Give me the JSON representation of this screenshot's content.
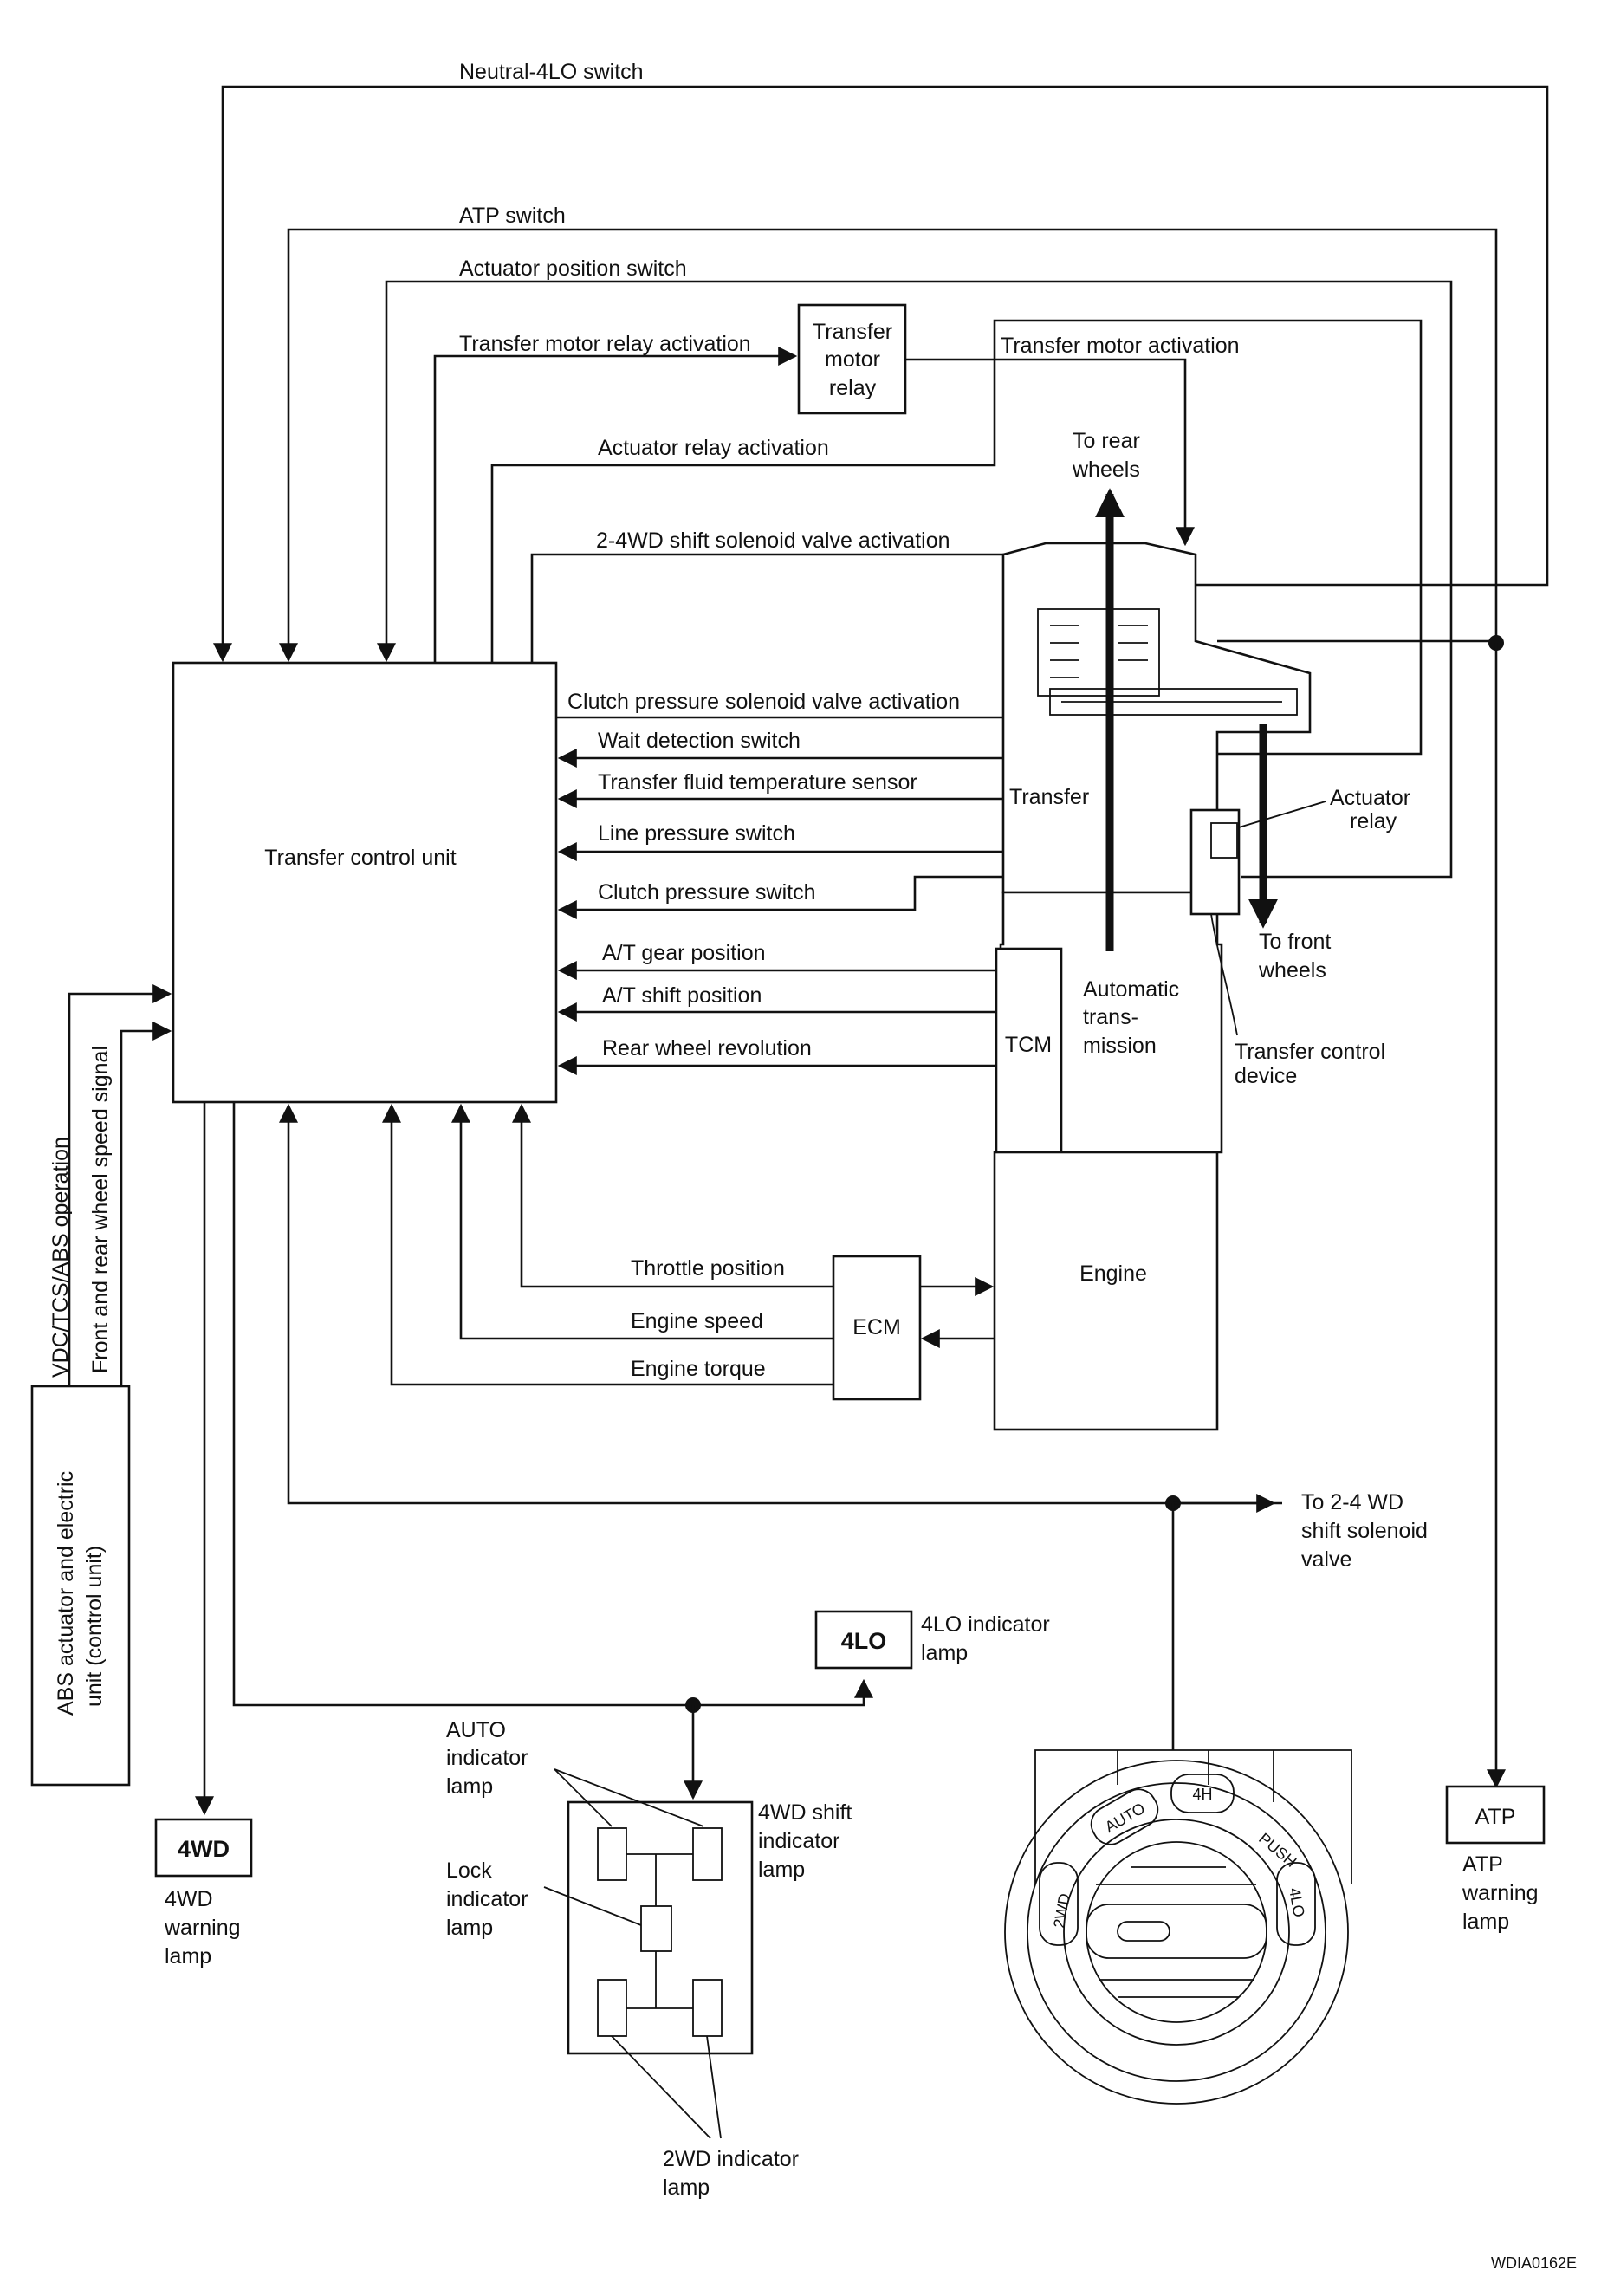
{
  "labels": {
    "neutral_4lo_switch": "Neutral-4LO switch",
    "atp_switch": "ATP switch",
    "actuator_position_switch": "Actuator position switch",
    "transfer_motor_relay_activation": "Transfer motor relay activation",
    "transfer_motor_activation": "Transfer motor activation",
    "actuator_relay_activation": "Actuator relay activation",
    "shift_solenoid_activation": "2-4WD shift solenoid valve activation",
    "clutch_pressure_solenoid_activation": "Clutch pressure solenoid valve activation",
    "wait_detection_switch": "Wait detection switch",
    "transfer_fluid_temp_sensor": "Transfer fluid temperature sensor",
    "line_pressure_switch": "Line pressure switch",
    "clutch_pressure_switch": "Clutch pressure switch",
    "at_gear_position": "A/T gear position",
    "at_shift_position": "A/T shift position",
    "rear_wheel_revolution": "Rear wheel revolution",
    "throttle_position": "Throttle position",
    "engine_speed": "Engine speed",
    "engine_torque": "Engine torque",
    "vdc_tcs_abs_operation": "VDC/TCS/ABS operation",
    "front_rear_wheel_speed": "Front and rear wheel speed signal"
  },
  "blocks": {
    "transfer_control_unit": "Transfer control unit",
    "transfer_motor_relay": [
      "Transfer",
      "motor",
      "relay"
    ],
    "transfer": "Transfer",
    "tcm": "TCM",
    "automatic_transmission": [
      "Automatic",
      "trans-",
      "mission"
    ],
    "engine": "Engine",
    "ecm": "ECM",
    "abs_actuator": [
      "ABS actuator and electric",
      "unit (control unit)"
    ],
    "lamp_4lo": "4LO",
    "lamp_4wd": "4WD",
    "lamp_atp": "ATP"
  },
  "annotations": {
    "to_rear_wheels": [
      "To rear",
      "wheels"
    ],
    "to_front_wheels": [
      "To front",
      "wheels"
    ],
    "actuator_relay": [
      "Actuator",
      "relay"
    ],
    "transfer_control_device": [
      "Transfer control",
      "device"
    ],
    "to_shift_solenoid": [
      "To 2-4 WD",
      "shift solenoid",
      "valve"
    ],
    "indicator_4lo": [
      "4LO indicator",
      "lamp"
    ],
    "auto_indicator": [
      "AUTO",
      "indicator",
      "lamp"
    ],
    "shift_indicator_4wd": [
      "4WD shift",
      "indicator",
      "lamp"
    ],
    "lock_indicator": [
      "Lock",
      "indicator",
      "lamp"
    ],
    "indicator_2wd": [
      "2WD indicator",
      "lamp"
    ],
    "warning_4wd": [
      "4WD",
      "warning",
      "lamp"
    ],
    "warning_atp": [
      "ATP",
      "warning",
      "lamp"
    ]
  },
  "dial": {
    "auto": "AUTO",
    "h4": "4H",
    "push": "PUSH",
    "wd2": "2WD",
    "lo4": "4LO"
  },
  "figure_code": "WDIA0162E"
}
